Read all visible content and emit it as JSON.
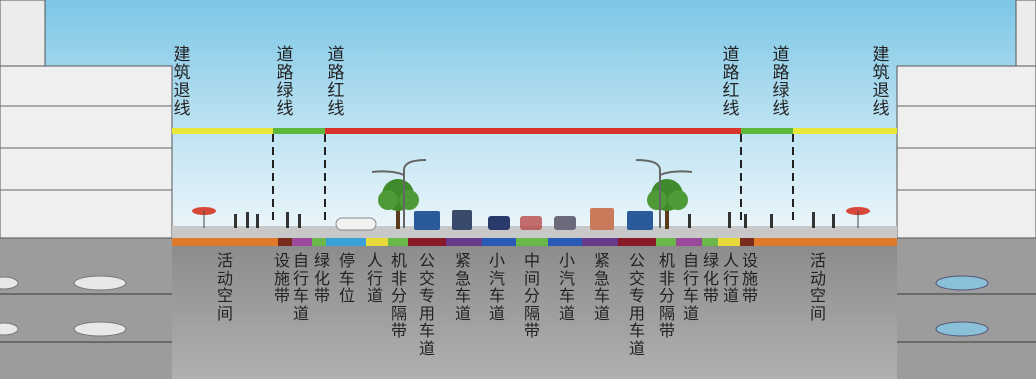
{
  "top_labels": {
    "left_setback": "建筑退线",
    "left_green_line": "道路绿线",
    "left_red_line": "道路红线",
    "right_red_line": "道路红线",
    "right_green_line": "道路绿线",
    "right_setback": "建筑退线"
  },
  "bottom_labels": {
    "activity_left": "活动空间",
    "facility_left": "设施带",
    "bike_left": "自行车道",
    "green_left": "绿化带",
    "parking_left": "停车位",
    "sidewalk_left": "人行道",
    "separator_left": "机非分隔带",
    "bus_left": "公交专用车道",
    "emergency_left": "紧急车道",
    "car_left": "小汽车道",
    "median": "中间分隔带",
    "car_right": "小汽车道",
    "emergency_right": "紧急车道",
    "bus_right": "公交专用车道",
    "separator_right": "机非分隔带",
    "bike_right": "自行车道",
    "green_right": "绿化带",
    "sidewalk_right": "人行道",
    "facility_right": "设施带",
    "activity_right": "活动空间"
  },
  "colors": {
    "setback_line": "#e8e83a",
    "green_line": "#5cb83a",
    "red_line": "#d8322a",
    "activity_strip": "#e07a2a",
    "facility_strip": "#7a2a1a",
    "bike_strip": "#9a4a9a",
    "green_strip": "#6ab84a",
    "parking_strip": "#3aa0d8",
    "sidewalk_strip": "#e8d83a",
    "bus_strip": "#8a1a2a",
    "emergency_strip": "#6a3a8a",
    "car_strip": "#2a5ab8",
    "median_strip": "#6ab84a"
  }
}
